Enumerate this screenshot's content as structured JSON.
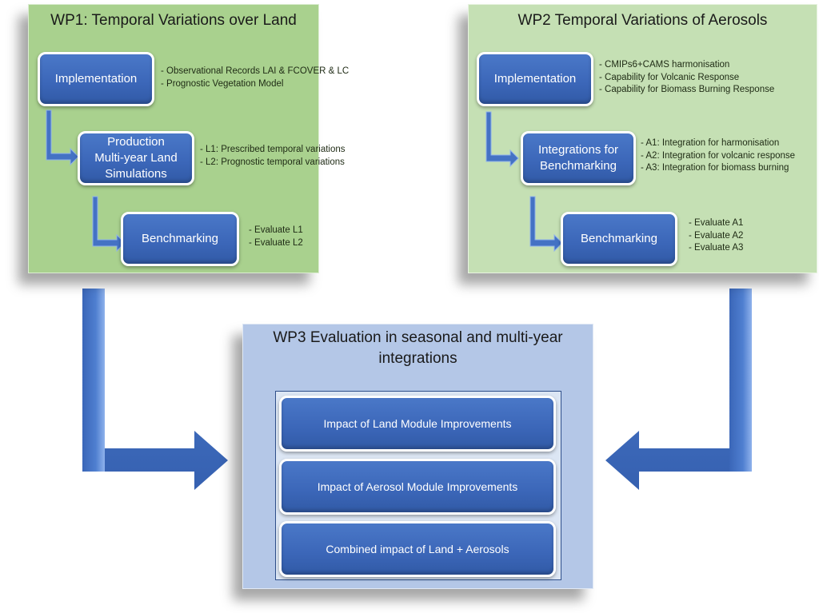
{
  "colors": {
    "wp1_panel": "#a9d18e",
    "wp2_panel": "#c5e0b4",
    "wp3_panel": "#b4c7e7",
    "box_fill": "#4472c4",
    "arrow": "#4472c4"
  },
  "wp1": {
    "title": "WP1: Temporal Variations over Land",
    "steps": [
      {
        "label": "Implementation",
        "bullets": [
          "- Observational Records LAI & FCOVER & LC",
          "- Prognostic Vegetation Model"
        ]
      },
      {
        "label_lines": [
          "Production",
          "Multi-year Land",
          "Simulations"
        ],
        "bullets": [
          "- L1:  Prescribed temporal variations",
          "- L2:  Prognostic temporal variations"
        ]
      },
      {
        "label": "Benchmarking",
        "bullets": [
          "- Evaluate L1",
          "- Evaluate L2"
        ]
      }
    ]
  },
  "wp2": {
    "title": "WP2 Temporal Variations of Aerosols",
    "steps": [
      {
        "label": "Implementation",
        "bullets": [
          "- CMIPs6+CAMS harmonisation",
          "- Capability for Volcanic Response",
          "- Capability for Biomass Burning Response"
        ]
      },
      {
        "label_lines": [
          "Integrations for",
          "Benchmarking"
        ],
        "bullets": [
          "- A1: Integration for harmonisation",
          "- A2: Integration for volcanic response",
          "- A3: Integration for biomass burning"
        ]
      },
      {
        "label": "Benchmarking",
        "bullets": [
          "- Evaluate A1",
          "- Evaluate A2",
          "- Evaluate A3"
        ]
      }
    ]
  },
  "wp3": {
    "title_lines": [
      "WP3 Evaluation in seasonal and multi-year",
      "integrations"
    ],
    "items": [
      "Impact of Land Module Improvements",
      "Impact of Aerosol Module  Improvements",
      "Combined impact of Land + Aerosols"
    ]
  },
  "icons": {
    "wp1_to_wp3": "bent-arrow-right-icon",
    "wp2_to_wp3": "bent-arrow-left-icon",
    "step_connector": "bent-arrow-small-icon"
  }
}
